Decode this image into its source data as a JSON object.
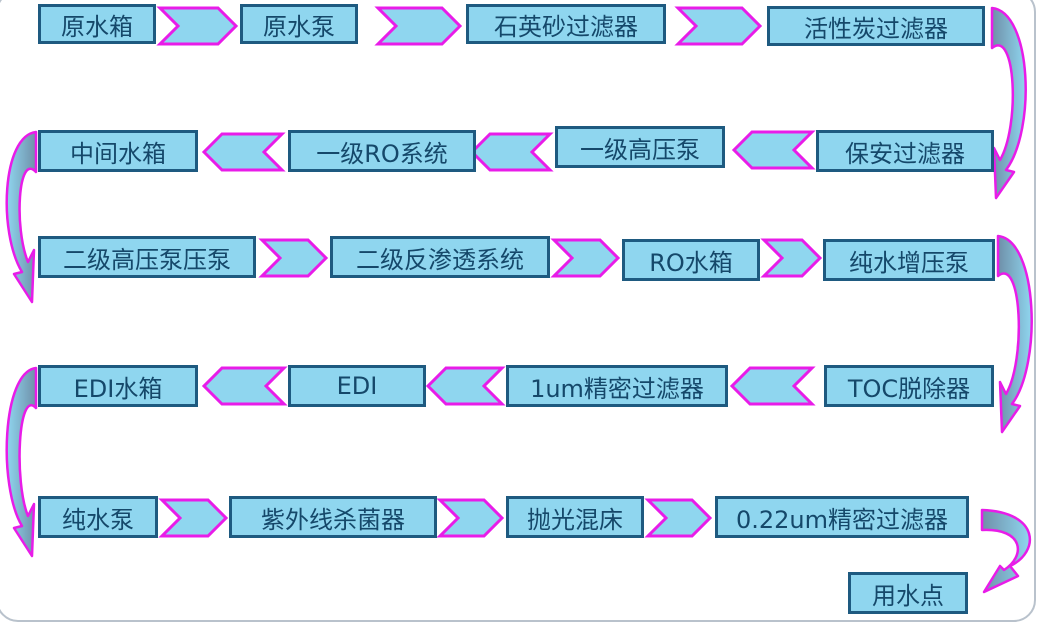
{
  "colors": {
    "box_fill": "#8fd6ef",
    "box_border": "#1e5a80",
    "text": "#15486a",
    "arrow_fill": "#8fd6ef",
    "arrow_stroke": "#e81ce8",
    "curve_fill": "#8fd6ef",
    "curve_shade": "#6f8fa8"
  },
  "steps": [
    {
      "label": "原水箱"
    },
    {
      "label": "原水泵"
    },
    {
      "label": "石英砂过滤器"
    },
    {
      "label": "活性炭过滤器"
    },
    {
      "label": "保安过滤器"
    },
    {
      "label": "一级高压泵"
    },
    {
      "label": "一级RO系统"
    },
    {
      "label": "中间水箱"
    },
    {
      "label": "二级高压泵压泵"
    },
    {
      "label": "二级反渗透系统"
    },
    {
      "label": "RO水箱"
    },
    {
      "label": "纯水增压泵"
    },
    {
      "label": "TOC脱除器"
    },
    {
      "label": "1um精密过滤器"
    },
    {
      "label": "EDI"
    },
    {
      "label": "EDI水箱"
    },
    {
      "label": "纯水泵"
    },
    {
      "label": "紫外线杀菌器"
    },
    {
      "label": "抛光混床"
    },
    {
      "label": "0.22um精密过滤器"
    },
    {
      "label": "用水点"
    }
  ]
}
